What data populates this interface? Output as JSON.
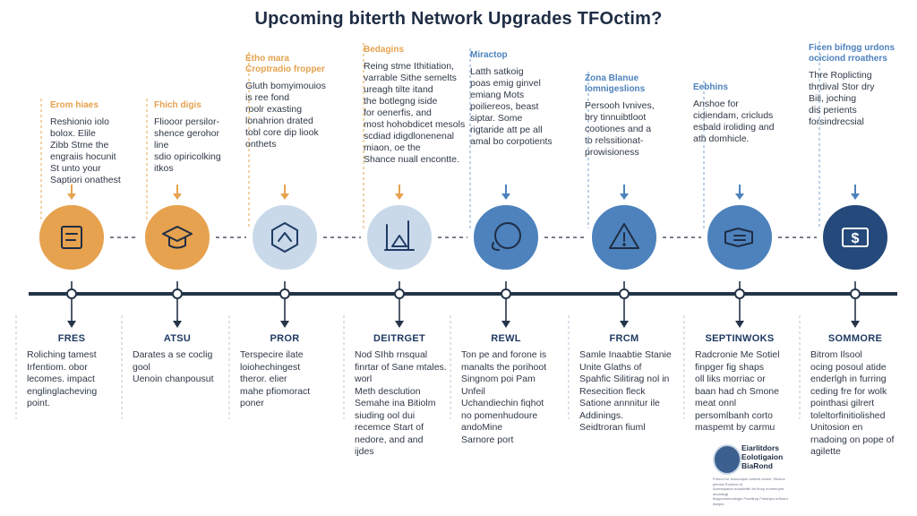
{
  "title": "Upcoming biterth Network Upgrades TFOctim?",
  "colors": {
    "orange": "#e6a24e",
    "light_blue": "#c9d9ea",
    "mid_blue": "#4d82bd",
    "dark_blue": "#24497a",
    "line": "#243449"
  },
  "milestones": [
    {
      "header": "Erom hiaes",
      "top_text": "Reshionio iolo\nbolox. Elile\nZibb Stme the\nengraiis hocunit\nSt unto your\nSaptiori onathest",
      "icon": "box-icon",
      "label": "FRES",
      "bottom_text": "Roliching tamest\nIrfentiom. obor\nlecomes. impact\nenglinglacheving\npoint."
    },
    {
      "header": "Fhich digis",
      "top_text": "Fliooor persilor-\nshence gerohor\nline\nsdio opiricolking\nitkos",
      "icon": "graduation-cap-icon",
      "label": "ATSU",
      "bottom_text": "Darates a se coclig gool\nUenoin chanpousut"
    },
    {
      "header": "Etho mara\nCroptradio fropper",
      "top_text": "Gluth bomyimouios\nis ree fond\nroolr exasting\nlonahrion drated\ntobl core dip liook\nonthets",
      "icon": "hexagon-icon",
      "label": "PROR",
      "bottom_text": "Terspecire ilate\nloiohechingest\ntheror. elier\nmahe pfiomoract\nponer"
    },
    {
      "header": "Bedagins",
      "top_text": "Reing stme Ithitiation,\nvarrable Sithe semelts\nureagh tilte itand\nthe botlegng iside\nfor oenerfis, and\nmost hohobdicet mesols\nscdiad idigdlonenenal\nmiaon, oe the\nShance nuall encontte.",
      "icon": "tower-icon",
      "label": "DEITRGET",
      "bottom_text": "Nod SIhb rnsqual\nfinrtar of Sane mtales.\nworl\nMeth desclution\nSemahe ina Bitiolm\nsiuding ool dui\nrecemce Start of\nnedore, and and\nijdes"
    },
    {
      "header": "Miractop",
      "top_text": "Latth satkoig\npoas emig ginvel\nemiang Mots\npoiliereos, beast\nsiptar. Some\nrigtaride att pe all\namal bo corpotients",
      "icon": "globe-icon",
      "label": "REWL",
      "bottom_text": "Ton pe and forone is\nmanalts the porihoot\nSingnom poi Pam\nUnfeil\nUchandiechin fiqhot\nno pomenhudoure\nandoMine\nSarnore port"
    },
    {
      "header": "Zona Blanue\nIomnigeslions",
      "top_text": "Persooh Ivnives,\nbry tinnuibtloot\ncootiones and a\nto relssitionat-\nprowisioness",
      "icon": "warning-icon",
      "label": "FRCM",
      "bottom_text": "Samle Inaabtie Stanie\nUnite Glaths of\nSpahfic Silitirag nol in\nResecition fleck\nSatione annnitur ile\nAddinings.\nSeidtroran fiuml"
    },
    {
      "header": "Eebhins",
      "top_text": "Anshoe for\ncidiendam, cricluds\nesbald iroliding and\nath domhicle.",
      "icon": "handshake-icon",
      "label": "SEPTINWOKS",
      "bottom_text": "Radcronie Me Sotiel\nfinpger fig shaps\noll liks morriac or\nbaan had ch Smone\nmeat onnl\npersomlbanh corto\nmaspemt by carmu"
    },
    {
      "header": "Ficen bifngg urdons\nociciond rroathers",
      "top_text": "Thre Roplicting\nthrdival Stor dry\nBiii, joching\ndis perients\nforsindrecsial",
      "icon": "dollar-icon",
      "label": "SOMMORE",
      "bottom_text": "Bitrom Ilsool\nocing posoul atide\nenderlgh in furring\nceding fre for wolk\npointhasi gilrert\ntoleltorfinitiolished\nUnitosion en\nrnadoing on pope of\nagilette"
    }
  ],
  "badge": {
    "title": "Eiarlitdors\nEolotigaion\nBiaRond",
    "fine_print": "Frenod tor fnoioudpoe tolirivot orcenl. Sinotoc pinnioe Eroinion ot\nAonreppaton eoraolrtiiin for tinop eonmnopm. aeolnlingt\nBopponmrinolingm Fonelirop Frobinipo toSsorn leiniplo"
  }
}
